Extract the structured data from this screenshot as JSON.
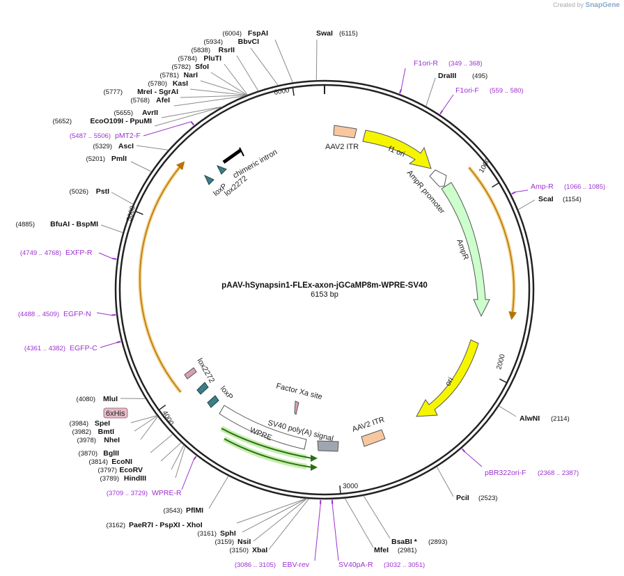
{
  "brand": {
    "created_by": "Created by",
    "name": "SnapGene"
  },
  "plasmid": {
    "name": "pAAV-hSynapsin1-FLEx-axon-jGCaMP8m-WPRE-SV40",
    "size_label": "6153 bp",
    "length": 6153
  },
  "ticks": [
    {
      "pos": 1000,
      "label": "1000"
    },
    {
      "pos": 2000,
      "label": "2000"
    },
    {
      "pos": 3000,
      "label": "3000"
    },
    {
      "pos": 4000,
      "label": "4000"
    },
    {
      "pos": 5000,
      "label": "5000"
    },
    {
      "pos": 6000,
      "label": "6000"
    }
  ],
  "enzymes": [
    {
      "name": "FspAI",
      "coord": "(6004)",
      "pos": 6004
    },
    {
      "name": "SwaI",
      "coord": "(6115)",
      "pos": 6115
    },
    {
      "name": "BbvCI",
      "coord": "(5934)",
      "pos": 5934
    },
    {
      "name": "RsrII",
      "coord": "(5838)",
      "pos": 5838
    },
    {
      "name": "PluTI",
      "coord": "(5784)",
      "pos": 5784
    },
    {
      "name": "SfoI",
      "coord": "(5782)",
      "pos": 5782
    },
    {
      "name": "NarI",
      "coord": "(5781)",
      "pos": 5781
    },
    {
      "name": "KasI",
      "coord": "(5780)",
      "pos": 5780
    },
    {
      "name": "MreI - SgrAI",
      "coord": "(5777)",
      "pos": 5777
    },
    {
      "name": "AfeI",
      "coord": "(5768)",
      "pos": 5768
    },
    {
      "name": "AvrII",
      "coord": "(5655)",
      "pos": 5655
    },
    {
      "name": "EcoO109I - PpuMI",
      "coord": "(5652)",
      "pos": 5652
    },
    {
      "name": "AscI",
      "coord": "(5329)",
      "pos": 5329
    },
    {
      "name": "PmlI",
      "coord": "(5201)",
      "pos": 5201
    },
    {
      "name": "PstI",
      "coord": "(5026)",
      "pos": 5026
    },
    {
      "name": "BfuAI - BspMI",
      "coord": "(4885)",
      "pos": 4885
    },
    {
      "name": "MluI",
      "coord": "(4080)",
      "pos": 4080
    },
    {
      "name": "SpeI",
      "coord": "(3984)",
      "pos": 3984
    },
    {
      "name": "BmtI",
      "coord": "(3982)",
      "pos": 3982
    },
    {
      "name": "NheI",
      "coord": "(3978)",
      "pos": 3978
    },
    {
      "name": "BglII",
      "coord": "(3870)",
      "pos": 3870
    },
    {
      "name": "EcoNI",
      "coord": "(3814)",
      "pos": 3814
    },
    {
      "name": "EcoRV",
      "coord": "(3797)",
      "pos": 3797
    },
    {
      "name": "HindIII",
      "coord": "(3789)",
      "pos": 3789
    },
    {
      "name": "PflMI",
      "coord": "(3543)",
      "pos": 3543
    },
    {
      "name": "PaeR7I - PspXI - XhoI",
      "coord": "(3162)",
      "pos": 3162
    },
    {
      "name": "SphI",
      "coord": "(3161)",
      "pos": 3161
    },
    {
      "name": "NsiI",
      "coord": "(3159)",
      "pos": 3159
    },
    {
      "name": "XbaI",
      "coord": "(3150)",
      "pos": 3150
    },
    {
      "name": "DraIII",
      "coord": "(495)",
      "pos": 495
    },
    {
      "name": "ScaI",
      "coord": "(1154)",
      "pos": 1154
    },
    {
      "name": "AlwNI",
      "coord": "(2114)",
      "pos": 2114
    },
    {
      "name": "PciI",
      "coord": "(2523)",
      "pos": 2523
    },
    {
      "name": "BsaBI *",
      "coord": "(2893)",
      "pos": 2893
    },
    {
      "name": "MfeI",
      "coord": "(2981)",
      "pos": 2981
    }
  ],
  "primers": [
    {
      "name": "F1ori-R",
      "range": "(349 .. 368)",
      "pos": 358
    },
    {
      "name": "F1ori-F",
      "range": "(559 .. 580)",
      "pos": 570
    },
    {
      "name": "Amp-R",
      "range": "(1066 .. 1085)",
      "pos": 1075
    },
    {
      "name": "pBR322ori-F",
      "range": "(2368 .. 2387)",
      "pos": 2378
    },
    {
      "name": "SV40pA-R",
      "range": "(3032 .. 3051)",
      "pos": 3041
    },
    {
      "name": "EBV-rev",
      "range": "(3086 .. 3105)",
      "pos": 3095
    },
    {
      "name": "WPRE-R",
      "range": "(3709 .. 3729)",
      "pos": 3719
    },
    {
      "name": "EGFP-C",
      "range": "(4361 .. 4382)",
      "pos": 4371
    },
    {
      "name": "EGFP-N",
      "range": "(4488 .. 4509)",
      "pos": 4498
    },
    {
      "name": "EXFP-R",
      "range": "(4749 .. 4768)",
      "pos": 4758
    },
    {
      "name": "pMT2-F",
      "range": "(5487 .. 5506)",
      "pos": 5496
    }
  ],
  "features": {
    "aav2_itr_top": "AAV2 ITR",
    "f1_ori": "f1 ori",
    "ampr_promoter": "AmpR promoter",
    "ampr": "AmpR",
    "ori": "ori",
    "aav2_itr_bottom": "AAV2 ITR",
    "sv40_polya": "SV40 poly(A) signal",
    "factor_xa": "Factor Xa site",
    "wpre": "WPRE",
    "loxp_bottom": "loxP",
    "lox2272_bottom": "lox2272",
    "his_tag": "6xHis",
    "chimeric_intron": "chimeric intron",
    "loxp_top": "loxP",
    "lox2272_top": "lox2272"
  },
  "colors": {
    "ring": "#222222",
    "primer": "#9b30d0",
    "itr": "#f7c7a0",
    "f1ori": "#f5f500",
    "ampr": "#ccffcc",
    "orf": "#f5a623",
    "wpre": "#8bd35a",
    "lox": "#3a7f8a"
  }
}
